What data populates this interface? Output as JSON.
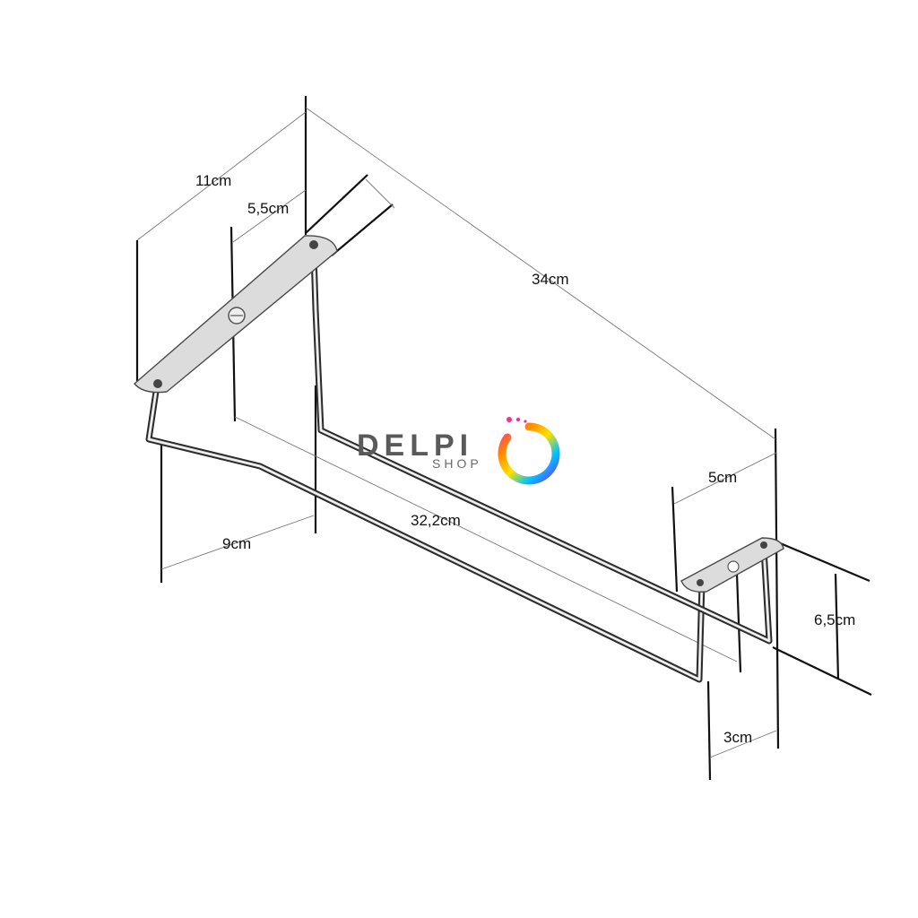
{
  "dimensions": {
    "width_total": "11cm",
    "plate_offset": "5,5cm",
    "length_total": "34cm",
    "inner_length": "32,2cm",
    "front_width": "9cm",
    "back_plate_width": "5cm",
    "height": "6,5cm",
    "rail_gap": "3cm"
  },
  "logo": {
    "main": "DELPI",
    "sub": "SHOP"
  },
  "colors": {
    "metal": "#d8d8d8",
    "line": "#111111",
    "logo_text": "#5a5a5a"
  }
}
